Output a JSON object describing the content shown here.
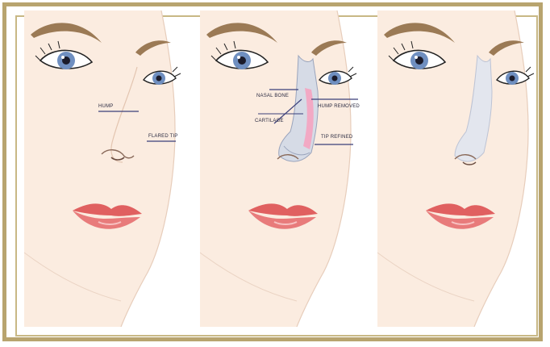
{
  "panels": [
    {
      "id": "before",
      "labels": {
        "hump": "HUMP",
        "flared_tip": "FLARED TIP"
      }
    },
    {
      "id": "during",
      "labels": {
        "nasal_bone": "NASAL BONE",
        "cartilage": "CARTILAGE",
        "hump_removed": "HUMP REMOVED",
        "tip_refined": "TIP REFINED"
      }
    },
    {
      "id": "after",
      "labels": {}
    }
  ],
  "colors": {
    "frame": "#b8a46f",
    "skin": "#fbece0",
    "brow": "#9b7a55",
    "iris": "#6f8fc0",
    "lips": "#e06060",
    "bone": "#d6dbe6",
    "cartilage_highlight": "#f2a9c4",
    "label_line": "#3b3f7a"
  }
}
